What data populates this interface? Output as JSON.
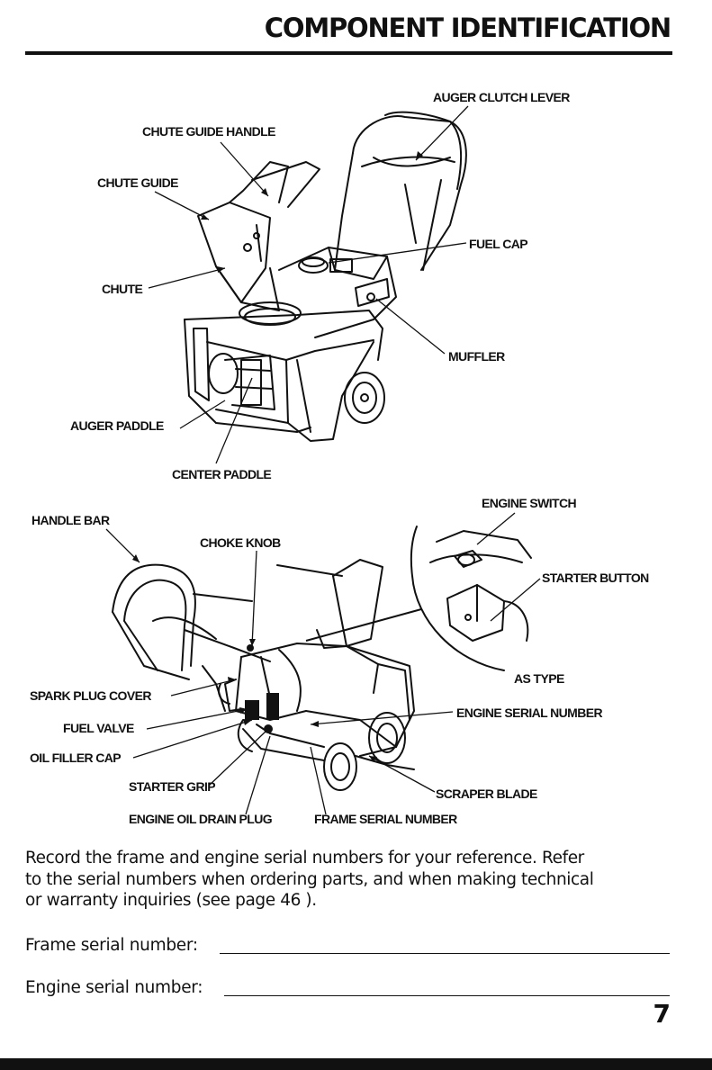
{
  "page": {
    "title": "COMPONENT IDENTIFICATION",
    "page_number": "7"
  },
  "figure1": {
    "labels": {
      "auger_clutch_lever": "AUGER CLUTCH LEVER",
      "chute_guide_handle": "CHUTE GUIDE HANDLE",
      "chute_guide": "CHUTE GUIDE",
      "fuel_cap": "FUEL CAP",
      "chute": "CHUTE",
      "muffler": "MUFFLER",
      "auger_paddle": "AUGER PADDLE",
      "center_paddle": "CENTER PADDLE"
    }
  },
  "figure2": {
    "labels": {
      "engine_switch": "ENGINE SWITCH",
      "handle_bar": "HANDLE BAR",
      "choke_knob": "CHOKE KNOB",
      "starter_button": "STARTER BUTTON",
      "as_type": "AS TYPE",
      "spark_plug_cover": "SPARK PLUG COVER",
      "engine_serial_number": "ENGINE SERIAL NUMBER",
      "fuel_valve": "FUEL VALVE",
      "oil_filler_cap": "OIL FILLER CAP",
      "starter_grip": "STARTER GRIP",
      "scraper_blade": "SCRAPER BLADE",
      "engine_oil_drain_plug": "ENGINE OIL DRAIN PLUG",
      "frame_serial_number": "FRAME SERIAL NUMBER"
    }
  },
  "body": {
    "paragraph_lines": [
      "Record the frame and engine serial numbers for your reference. Refer",
      "to the serial numbers when ordering parts, and when making technical",
      "or warranty inquiries (see page  46  )."
    ]
  },
  "form": {
    "frame_serial_label": "Frame serial number:",
    "engine_serial_label": "Engine serial number:"
  }
}
